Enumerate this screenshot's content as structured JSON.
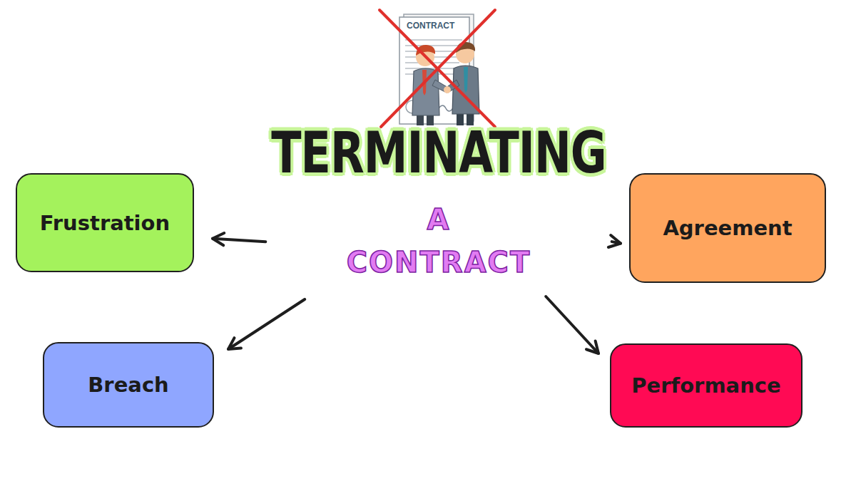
{
  "diagram": {
    "nodes": [
      {
        "text": [
          "TERMINATING",
          "A CONTRACT"
        ]
      },
      {
        "text": [
          "Frustration"
        ]
      },
      {
        "text": [
          "Agreement"
        ]
      },
      {
        "text": [
          "Breach"
        ]
      },
      {
        "text": [
          "Performance"
        ]
      }
    ],
    "edges": [
      {
        "from": 0,
        "to": 1,
        "arrow": "to"
      },
      {
        "from": 0,
        "to": 2,
        "arrow": "to"
      },
      {
        "from": 0,
        "to": 3,
        "arrow": "to"
      },
      {
        "from": 0,
        "to": 4,
        "arrow": "to"
      }
    ],
    "labels": [
      "CONTRACT"
    ]
  }
}
